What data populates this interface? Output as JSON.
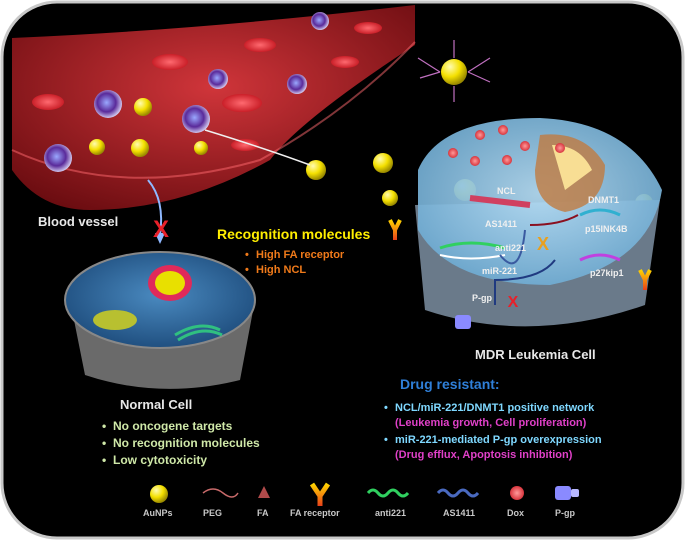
{
  "labels": {
    "blood_vessel": "Blood vessel",
    "normal_cell": "Normal Cell",
    "mdr_cell": "MDR Leukemia Cell",
    "recognition_title": "Recognition  molecules",
    "recognition_items": [
      "High FA receptor",
      "High NCL"
    ],
    "normal_items": [
      "No oncogene targets",
      "No recognition molecules",
      "Low cytotoxicity"
    ],
    "drug_resistant_title": "Drug resistant:",
    "drug_items": [
      {
        "main": "NCL/miR-221/DNMT1 positive network",
        "sub": "(Leukemia growth, Cell proliferation)"
      },
      {
        "main": "miR-221-mediated P-gp overexpression",
        "sub": "(Drug efflux,  Apoptosis inhibition)"
      }
    ],
    "cell_labels": {
      "ncl": "NCL",
      "as1411": "AS1411",
      "anti221": "anti221",
      "mir221": "miR-221",
      "pgp": "P-gp",
      "dnmt1": "DNMT1",
      "p15": "p15INK4B",
      "p27": "p27kip1"
    },
    "blocked_mark": "X"
  },
  "legend": [
    "AuNPs",
    "PEG",
    "FA",
    "FA receptor",
    "anti221",
    "AS1411",
    "Dox",
    "P-gp"
  ],
  "colors": {
    "background": "#000000",
    "title_yellow": "#ffee00",
    "orange": "#f07a1a",
    "green_text": "#cfe8a8",
    "blue_title": "#2f7fd8",
    "cyan_text": "#7fd8ff",
    "magenta_text": "#e040c8",
    "red_x": "#e8202a"
  }
}
